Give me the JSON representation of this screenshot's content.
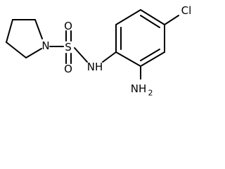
{
  "molecule": {
    "atoms": {
      "nitrogen_ring": "N",
      "sulfur": "S",
      "oxygen_top": "O",
      "oxygen_bottom": "O",
      "amide_nh": "NH",
      "amine": "NH",
      "amine_subscript": "2",
      "chlorine": "Cl"
    }
  }
}
